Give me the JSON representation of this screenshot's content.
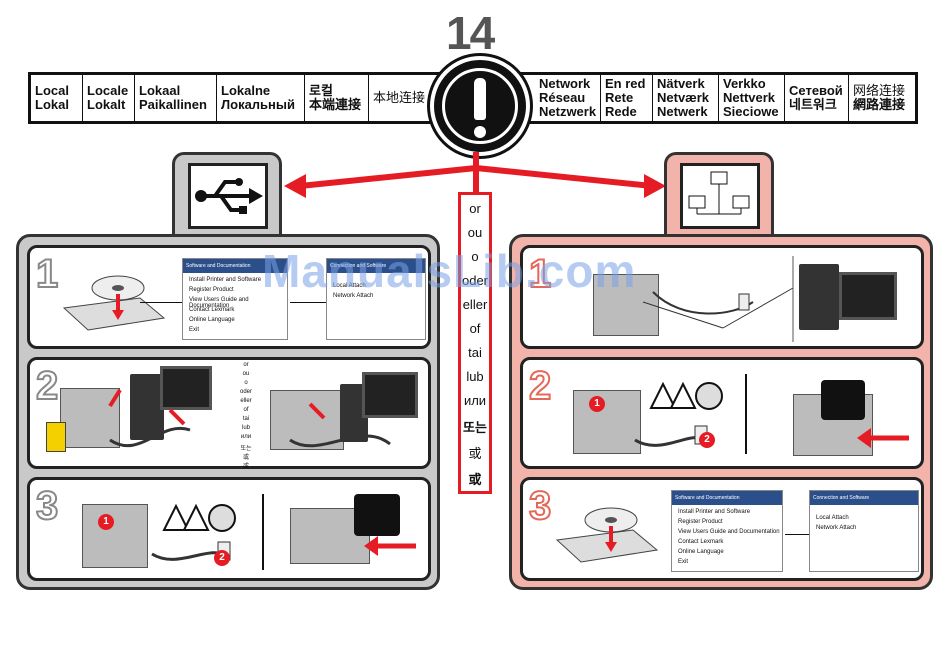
{
  "page_number": "14",
  "local_labels": [
    {
      "a": "Local",
      "b": "Lokal"
    },
    {
      "a": "Locale",
      "b": "Lokalt"
    },
    {
      "a": "Lokaal",
      "b": "Paikallinen"
    },
    {
      "a": "Lokalne",
      "b": "Локальный"
    },
    {
      "a": "로컬",
      "b": "本端連接"
    },
    {
      "a": "",
      "b": "本地连接"
    }
  ],
  "network_labels": [
    {
      "a": "Network",
      "b": "Réseau",
      "c": "Netzwerk"
    },
    {
      "a": "En red",
      "b": "Rete",
      "c": "Rede"
    },
    {
      "a": "Nätverk",
      "b": "Netværk",
      "c": "Netwerk"
    },
    {
      "a": "Verkko",
      "b": "Nettverk",
      "c": "Sieciowe"
    },
    {
      "a": "Сетевой",
      "b": "네트워크",
      "c": ""
    },
    {
      "a": "网络连接",
      "b": "網路連接",
      "c": ""
    }
  ],
  "or_words": [
    "or",
    "ou",
    "o",
    "oder",
    "eller",
    "of",
    "tai",
    "lub",
    "или",
    "또는",
    "或",
    "或"
  ],
  "mini_or_words": [
    "or",
    "ou",
    "o",
    "oder",
    "eller",
    "of",
    "tai",
    "lub",
    "или",
    "또는",
    "或",
    "或"
  ],
  "left_steps": [
    "1",
    "2",
    "3"
  ],
  "right_steps": [
    "1",
    "2",
    "3"
  ],
  "screens": {
    "software_title": "Software and Documentation",
    "software_items": [
      "Install Printer and Software",
      "Register Product",
      "View Users Guide and Documentation",
      "Contact Lexmark",
      "Online Language",
      "Exit"
    ],
    "connection_title": "Connection and Software",
    "connection_options": [
      "Local Attach",
      "Network Attach"
    ]
  },
  "badges": [
    "1",
    "2"
  ],
  "watermark": "ManualsLib.com",
  "colors": {
    "accent_red": "#e51c23",
    "local_gray": "#c9c9c9",
    "network_pink": "#f1b3aa"
  }
}
